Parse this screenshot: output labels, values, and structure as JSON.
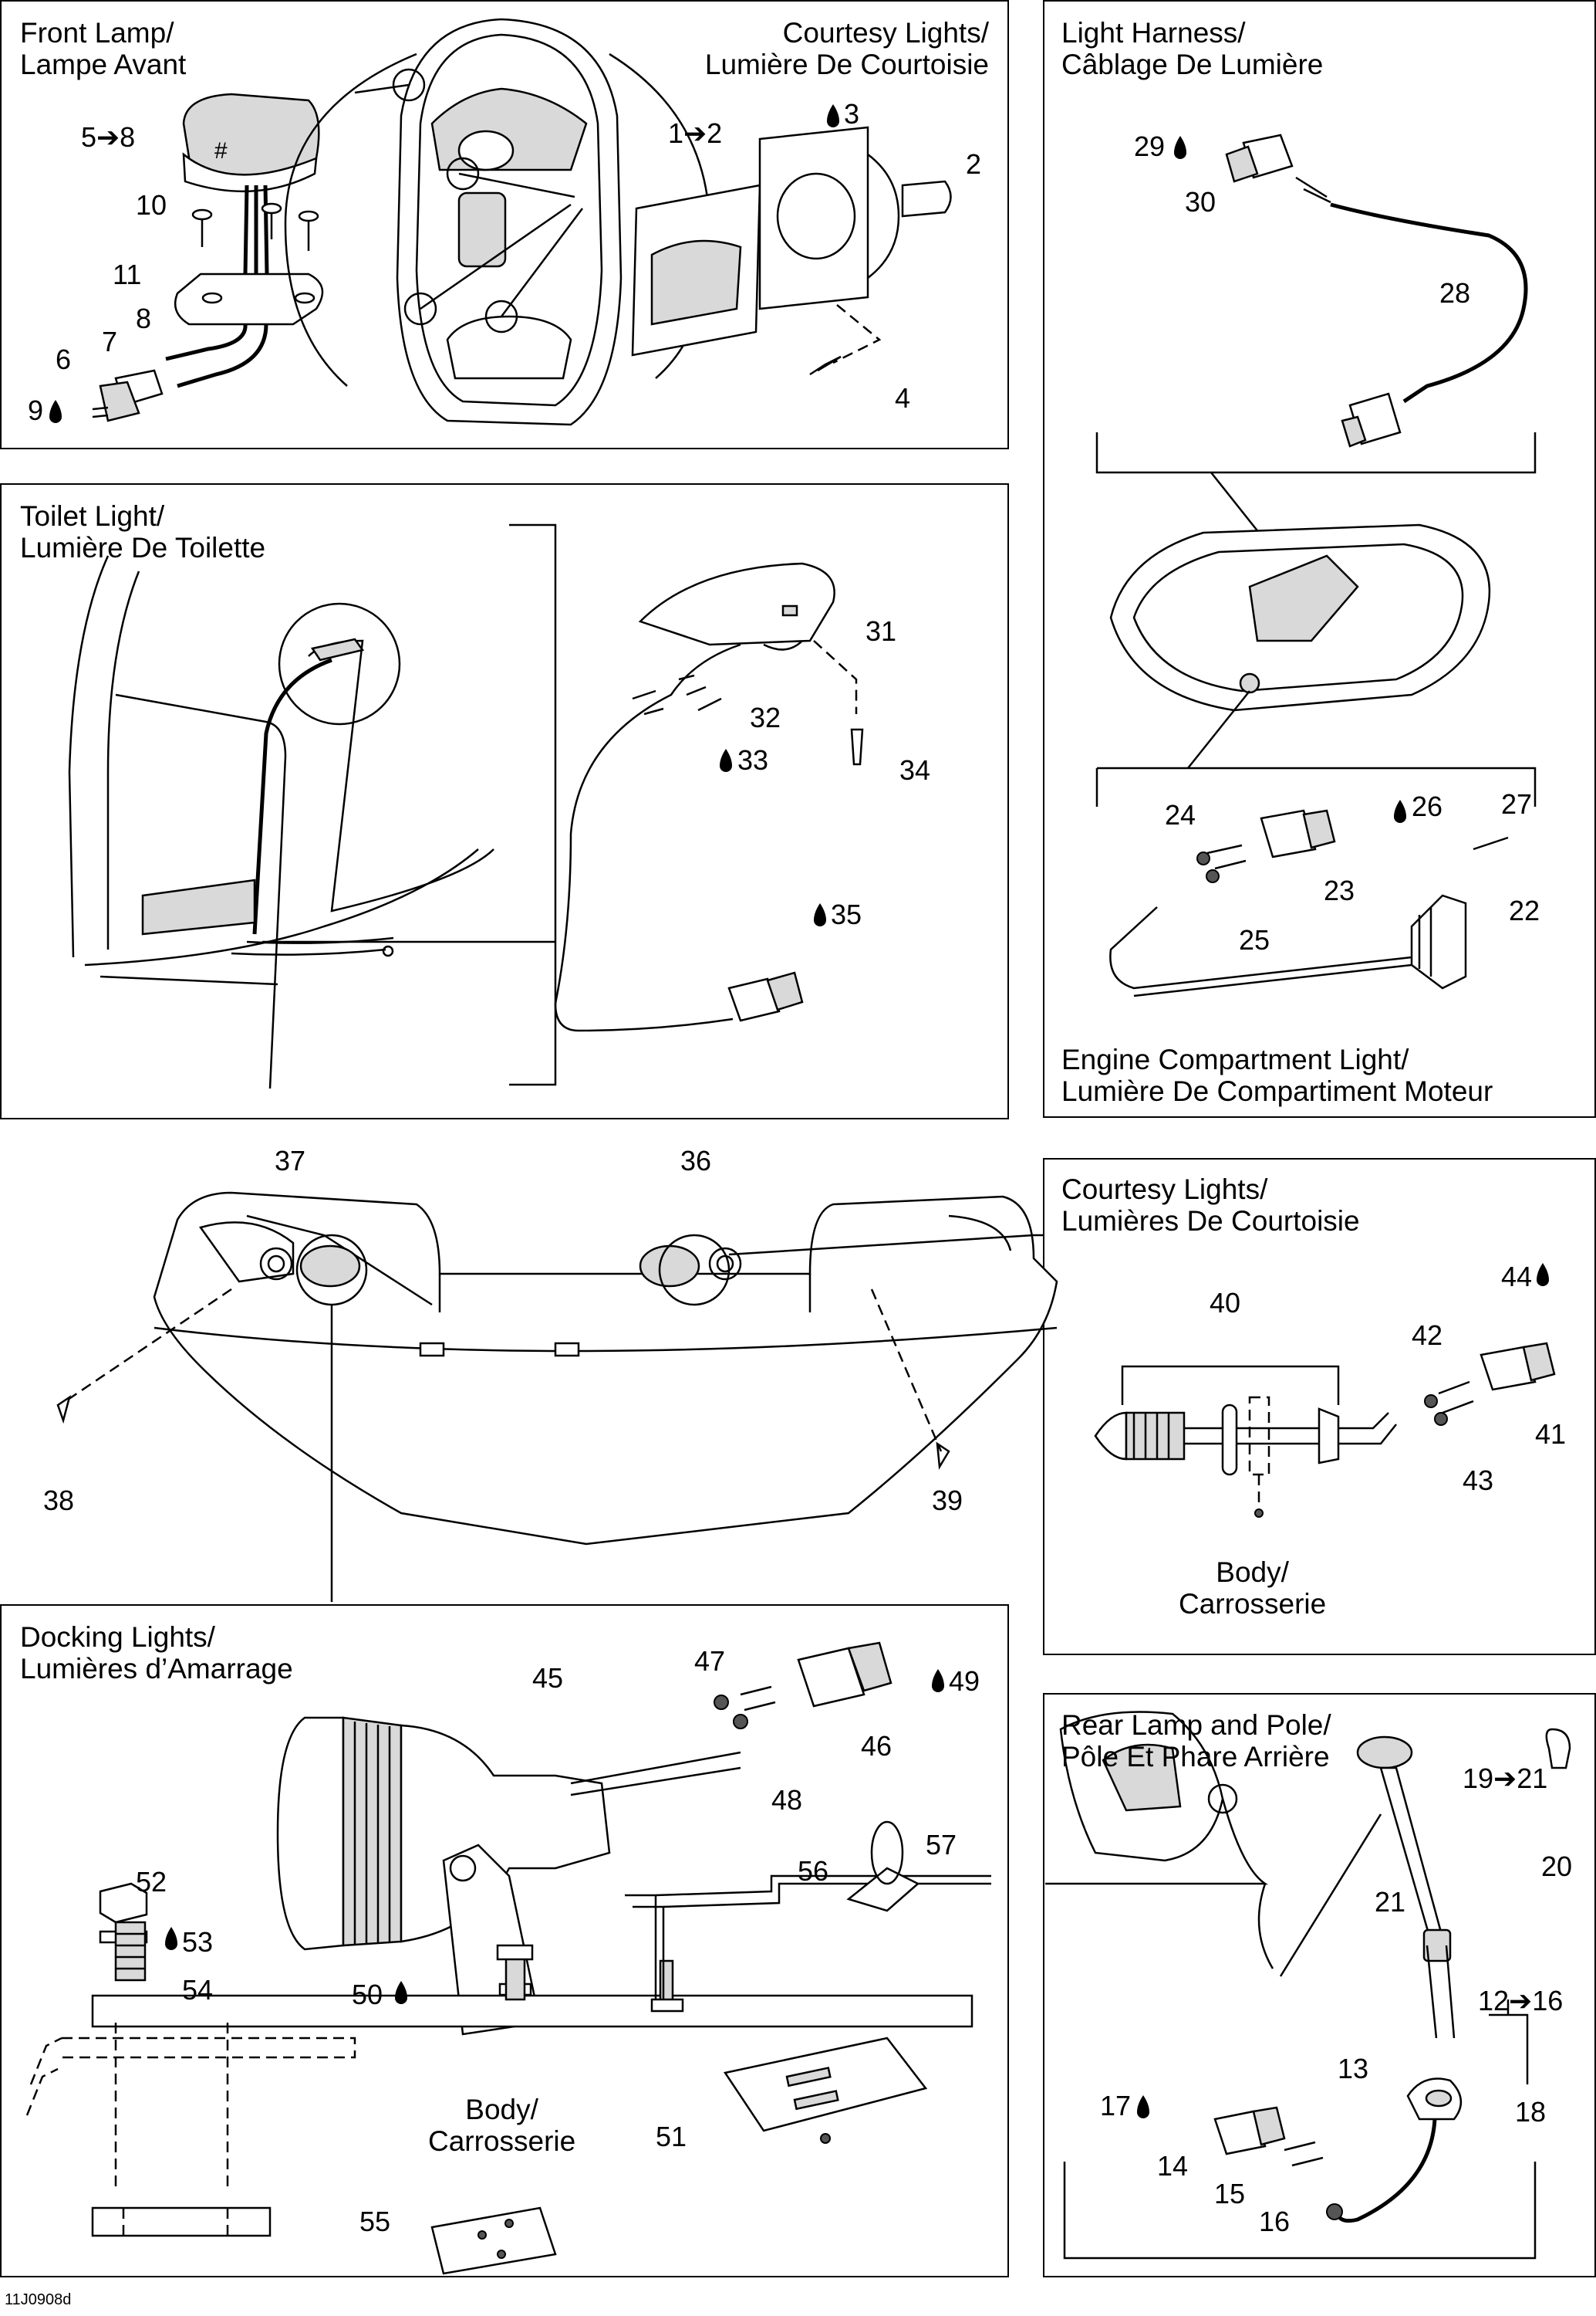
{
  "panels": {
    "front_lamp": {
      "title": "Front Lamp/\nLampe Avant"
    },
    "courtesy_lights_top": {
      "title": "Courtesy Lights/\nLumière De Courtoisie"
    },
    "light_harness": {
      "title": "Light Harness/\nCâblage De Lumière"
    },
    "toilet_light": {
      "title": "Toilet Light/\nLumière De Toilette"
    },
    "engine_compartment_light": {
      "title": "Engine Compartment Light/\nLumière De Compartiment Moteur"
    },
    "courtesy_lights_side": {
      "title": "Courtesy Lights/\nLumières De Courtoisie",
      "body_label": "Body/\nCarrosserie"
    },
    "docking_lights": {
      "title": "Docking Lights/\nLumières d’Amarrage",
      "body_label": "Body/\nCarrosserie"
    },
    "rear_lamp_pole": {
      "title": "Rear Lamp and Pole/\nPôle Et Phare Arrière"
    }
  },
  "callouts": {
    "c5_8": "5➔8",
    "c10": "10",
    "c11": "11",
    "c8": "8",
    "c7": "7",
    "c6": "6",
    "c9": "9",
    "c1_2": "1➔2",
    "c3": "3",
    "c2": "2",
    "c4": "4",
    "c29": "29",
    "c30": "30",
    "c28": "28",
    "c31": "31",
    "c32": "32",
    "c33": "33",
    "c34": "34",
    "c35": "35",
    "c24": "24",
    "c26": "26",
    "c27": "27",
    "c23": "23",
    "c22": "22",
    "c25": "25",
    "c37": "37",
    "c36": "36",
    "c38": "38",
    "c39": "39",
    "c40": "40",
    "c44": "44",
    "c42": "42",
    "c41": "41",
    "c43": "43",
    "c45": "45",
    "c47": "47",
    "c49": "49",
    "c46": "46",
    "c48": "48",
    "c52": "52",
    "c53": "53",
    "c54": "54",
    "c50": "50",
    "c56": "56",
    "c57": "57",
    "c51": "51",
    "c55": "55",
    "c19_21": "19➔21",
    "c20": "20",
    "c21": "21",
    "c12_16": "12➔16",
    "c13": "13",
    "c18": "18",
    "c17": "17",
    "c14": "14",
    "c15": "15",
    "c16": "16"
  },
  "drawing_code": "11J0908d",
  "icons": {
    "drop": "fluid-drop-icon",
    "arrow": "range-arrow-icon"
  }
}
